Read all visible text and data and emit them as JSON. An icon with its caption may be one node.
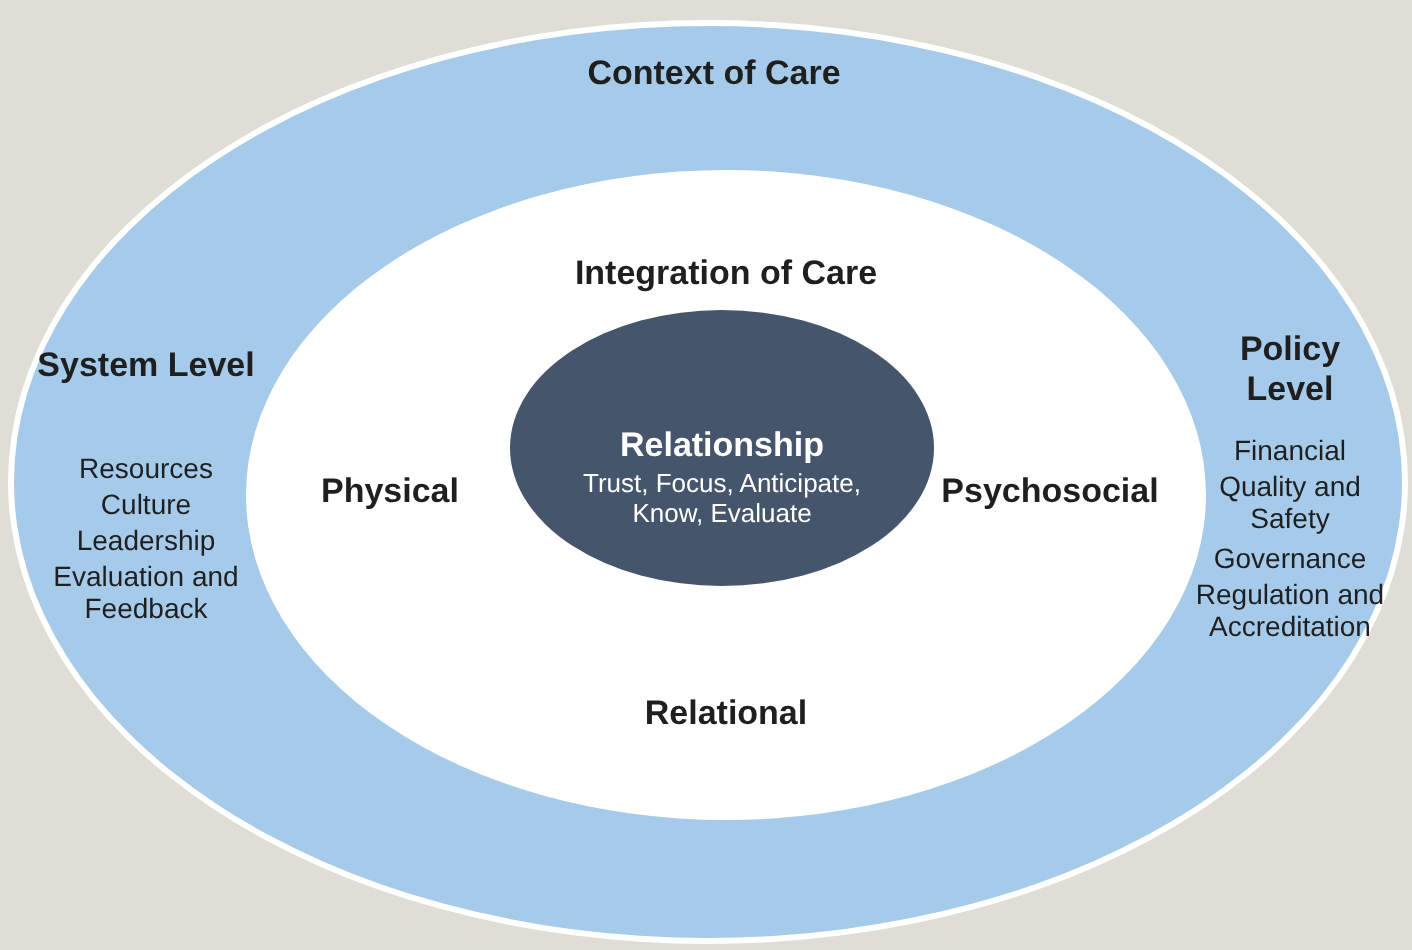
{
  "diagram": {
    "nodes": [
      {
        "text": [
          "Context of Care",
          "System Level",
          "Resources",
          "Culture",
          "Leadership",
          "Evaluation and Feedback",
          "Policy Level",
          "Financial",
          "Quality and Safety",
          "Governance",
          "Regulation and Accreditation"
        ]
      },
      {
        "text": [
          "Integration of Care",
          "Physical",
          "Psychosocial",
          "Relational"
        ],
        "in": 0
      },
      {
        "text": [
          "Relationship",
          "Trust, Focus, Anticipate, Know, Evaluate"
        ],
        "in": 1
      }
    ],
    "edges": []
  }
}
